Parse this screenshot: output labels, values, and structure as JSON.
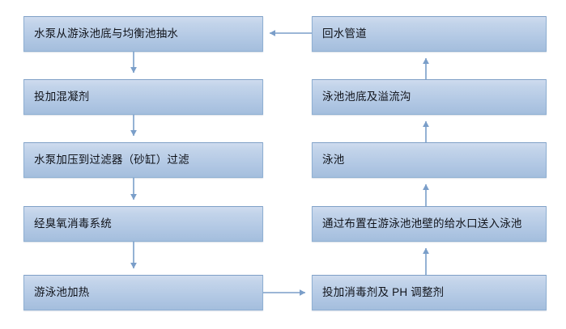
{
  "diagram": {
    "title": "swimming-pool-water-treatment-flowchart",
    "colors": {
      "node_fill_top": "#cfdcef",
      "node_fill_bottom": "#a4bedd",
      "node_border": "#8fb0d3",
      "connector": "#7a9ec9",
      "text": "#10131a",
      "background": "#ffffff"
    },
    "left_column": [
      {
        "id": "pump-intake",
        "label": "水泵从游泳池底与均衡池抽水"
      },
      {
        "id": "coagulant-dosing",
        "label": "投加混凝剂"
      },
      {
        "id": "pressure-sand-filter",
        "label": "水泵加压到过滤器（砂缸）过滤"
      },
      {
        "id": "ozone-disinfection",
        "label": "经臭氧消毒系统"
      },
      {
        "id": "pool-heating",
        "label": "游泳池加热"
      }
    ],
    "right_column": [
      {
        "id": "return-pipeline",
        "label": "回水管道"
      },
      {
        "id": "pool-bottom-overflow-gutter",
        "label": "泳池池底及溢流沟"
      },
      {
        "id": "swimming-pool",
        "label": "泳池"
      },
      {
        "id": "wall-inlet-supply",
        "label": "通过布置在游泳池池壁的给水口送入泳池"
      },
      {
        "id": "disinfectant-ph-dosing",
        "label": "投加消毒剂及 PH 调整剂"
      }
    ],
    "connectors": [
      {
        "id": "left-1-to-2",
        "direction": "down",
        "from": "pump-intake",
        "to": "coagulant-dosing"
      },
      {
        "id": "left-2-to-3",
        "direction": "down",
        "from": "coagulant-dosing",
        "to": "pressure-sand-filter"
      },
      {
        "id": "left-3-to-4",
        "direction": "down",
        "from": "pressure-sand-filter",
        "to": "ozone-disinfection"
      },
      {
        "id": "left-4-to-5",
        "direction": "down",
        "from": "ozone-disinfection",
        "to": "pool-heating"
      },
      {
        "id": "bottom-left-to-right",
        "direction": "right",
        "from": "pool-heating",
        "to": "disinfectant-ph-dosing"
      },
      {
        "id": "right-5-to-4",
        "direction": "up",
        "from": "disinfectant-ph-dosing",
        "to": "wall-inlet-supply"
      },
      {
        "id": "right-4-to-3",
        "direction": "up",
        "from": "wall-inlet-supply",
        "to": "swimming-pool"
      },
      {
        "id": "right-3-to-2",
        "direction": "up",
        "from": "swimming-pool",
        "to": "pool-bottom-overflow-gutter"
      },
      {
        "id": "right-2-to-1",
        "direction": "up",
        "from": "pool-bottom-overflow-gutter",
        "to": "return-pipeline"
      },
      {
        "id": "top-right-to-left",
        "direction": "left",
        "from": "return-pipeline",
        "to": "pump-intake"
      }
    ]
  }
}
